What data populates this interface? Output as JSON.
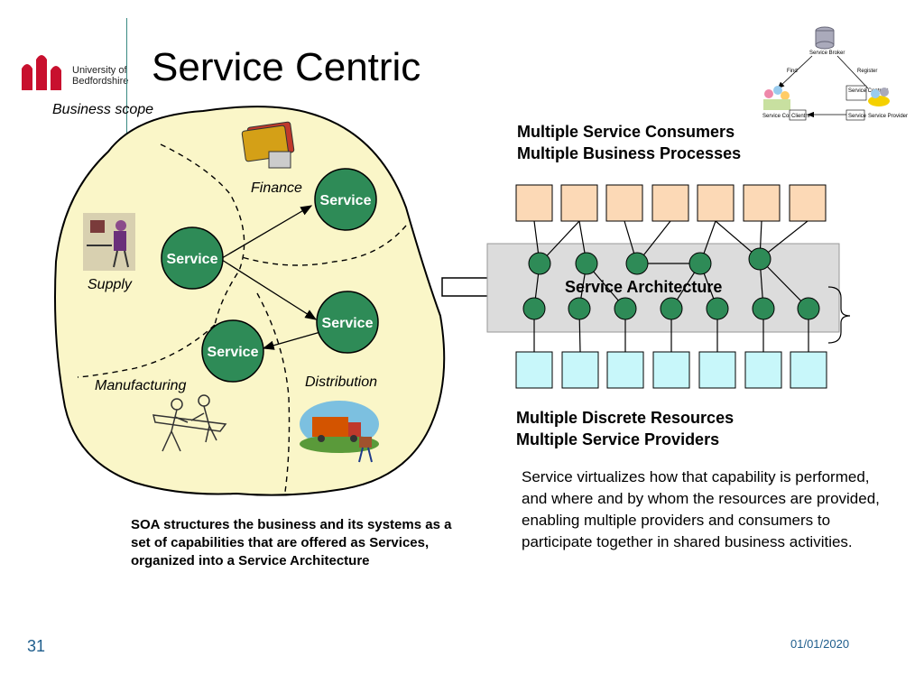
{
  "title": "Service Centric",
  "logo": {
    "line1": "University of",
    "line2": "Bedfordshire"
  },
  "business_scope_label": "Business scope",
  "regions": {
    "finance": "Finance",
    "supply": "Supply",
    "manufacturing": "Manufacturing",
    "distribution": "Distribution"
  },
  "service_label": "Service",
  "consumers_header": {
    "line1": "Multiple Service Consumers",
    "line2": "Multiple Business Processes"
  },
  "architecture_label": "Service Architecture",
  "resources_header": {
    "line1": "Multiple Discrete Resources",
    "line2": "Multiple Service Providers"
  },
  "soa_text": "SOA structures the business and its systems as a set of capabilities that are offered as Services, organized into a Service Architecture",
  "virtualize_text": "Service virtualizes how that capability is performed, and where and by whom the resources are provided, enabling multiple providers and consumers to participate together in shared business activities.",
  "broker_diagram": {
    "broker": "Service Broker",
    "find": "Find",
    "register": "Register",
    "consumers": "Service Consumers",
    "client": "Client",
    "contract": "Service Contract",
    "service": "Service",
    "provider": "Service Provider"
  },
  "page_number": "31",
  "date": "01/01/2020",
  "colors": {
    "service_green": "#2e8b57",
    "blob_fill": "#faf6c8",
    "consumer_box": "#fcd9b6",
    "resource_box": "#c8f7fa",
    "arch_band": "#dcdcdc"
  }
}
